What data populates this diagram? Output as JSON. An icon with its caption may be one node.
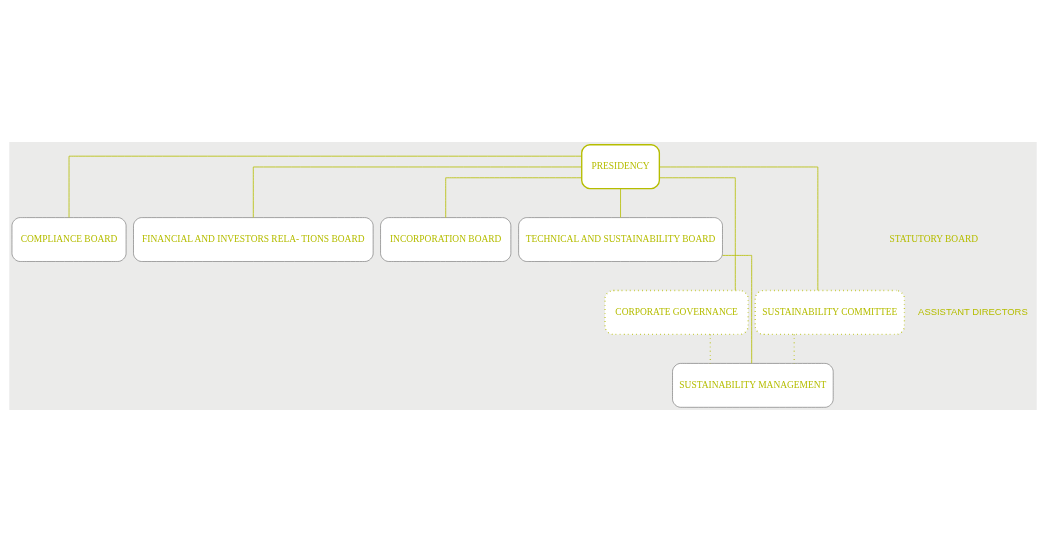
{
  "diagram": {
    "nodes": [
      {
        "text": [
          "PRESIDENCY"
        ]
      },
      {
        "text": [
          "COMPLIANCE BOARD"
        ]
      },
      {
        "text": [
          "FINANCIAL AND INVESTORS RELA- TIONS BOARD"
        ]
      },
      {
        "text": [
          "INCORPORATION BOARD"
        ]
      },
      {
        "text": [
          "TECHNICAL AND SUSTAINABILITY BOARD"
        ]
      },
      {
        "text": [
          "CORPORATE GOVERNANCE"
        ]
      },
      {
        "text": [
          "SUSTAINABILITY COMMITTEE"
        ]
      },
      {
        "text": [
          "SUSTAINABILITY MANAGEMENT"
        ]
      }
    ],
    "edges": [
      {
        "from": 0,
        "to": 1,
        "arrow": "none"
      },
      {
        "from": 0,
        "to": 2,
        "arrow": "none"
      },
      {
        "from": 0,
        "to": 3,
        "arrow": "none"
      },
      {
        "from": 0,
        "to": 4,
        "arrow": "none"
      },
      {
        "from": 0,
        "to": 5,
        "arrow": "none"
      },
      {
        "from": 0,
        "to": 6,
        "arrow": "none"
      },
      {
        "from": 4,
        "to": 7,
        "arrow": "none"
      },
      {
        "from": 5,
        "to": 7,
        "arrow": "none",
        "style": "dashed"
      },
      {
        "from": 6,
        "to": 7,
        "arrow": "none",
        "style": "dashed"
      }
    ],
    "labels": [
      "STATUTORY BOARD",
      "ASSISTANT DIRECTORS"
    ]
  }
}
